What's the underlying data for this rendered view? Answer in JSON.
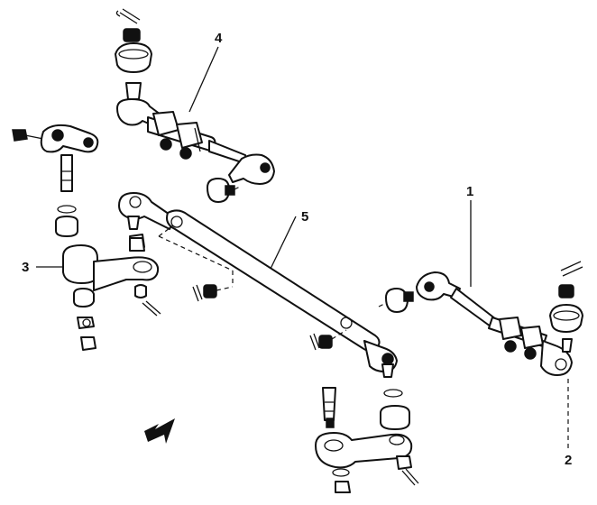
{
  "callouts": {
    "c1": "1",
    "c2": "2",
    "c3": "3",
    "c4": "4",
    "c5": "5"
  },
  "icons": {
    "direction_arrow": "arrow-forward-icon"
  }
}
